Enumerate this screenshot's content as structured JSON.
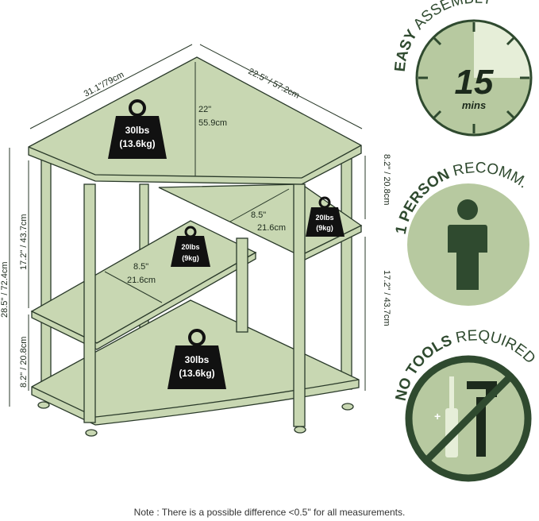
{
  "dimensions": {
    "top_left_edge": "31.1\"/79cm",
    "top_right_edge": "22.5\" / 57.2cm",
    "top_depth_in": "22\"",
    "top_depth_cm": "55.9cm",
    "shelf_depth_right_in": "8.5\"",
    "shelf_depth_right_cm": "21.6cm",
    "shelf_depth_left_in": "8.5\"",
    "shelf_depth_left_cm": "21.6cm",
    "right_top_gap": "8.2\" / 20.8cm",
    "right_lower_gap": "17.2\" / 43.7cm",
    "total_height": "28.5\" / 72.4cm",
    "left_upper_gap": "17.2\" / 43.7cm",
    "left_lower_gap": "8.2\" / 20.8cm"
  },
  "weights": {
    "top_lbs": "30lbs",
    "top_kg": "(13.6kg)",
    "right_lbs": "20lbs",
    "right_kg": "(9kg)",
    "left_lbs": "20lbs",
    "left_kg": "(9kg)",
    "bottom_lbs": "30lbs",
    "bottom_kg": "(13.6kg)"
  },
  "badges": {
    "assembly": {
      "word1": "EASY",
      "word2": "ASSEMBLY",
      "number": "15",
      "unit": "mins"
    },
    "person": {
      "word1": "1 PERSON",
      "word2": "RECOMM."
    },
    "tools": {
      "word1": "NO TOOLS",
      "word2": "REQUIRED"
    }
  },
  "note": "Note : There is a possible difference <0.5\" for all measurements.",
  "colors": {
    "wood": "#c8d7b2",
    "badge_fill": "#b7c9a0",
    "badge_dark": "#2f4a2f",
    "weight_fill": "#111111"
  }
}
